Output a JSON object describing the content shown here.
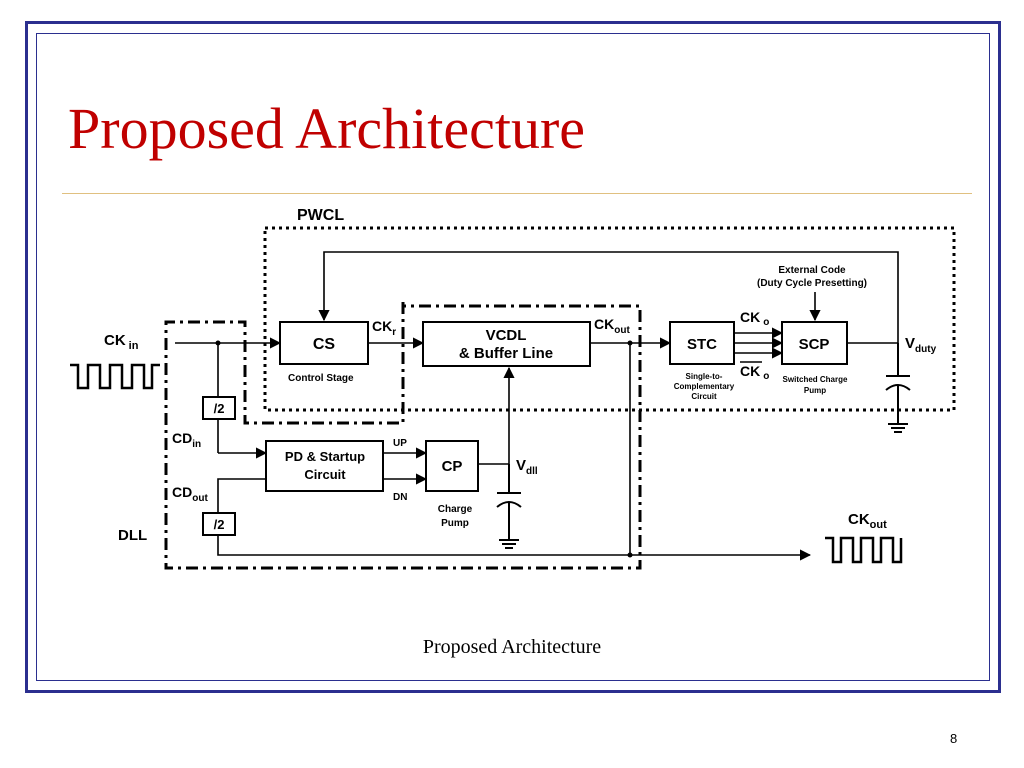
{
  "slide": {
    "title": "Proposed Architecture",
    "caption": "Proposed Architecture",
    "page_number": "8",
    "title_color": "#c00000",
    "frame_color": "#2b2f8f"
  },
  "diagram": {
    "regions": {
      "pwcl": "PWCL",
      "dll": "DLL"
    },
    "blocks": {
      "cs": {
        "label": "CS",
        "caption": "Control Stage"
      },
      "vcdl": {
        "line1": "VCDL",
        "line2": "& Buffer Line"
      },
      "stc": {
        "label": "STC",
        "caption1": "Single-to-",
        "caption2": "Complementary",
        "caption3": "Circuit"
      },
      "scp": {
        "label": "SCP",
        "caption1": "Switched Charge",
        "caption2": "Pump"
      },
      "pd": {
        "line1": "PD & Startup",
        "line2": "Circuit"
      },
      "cp": {
        "label": "CP",
        "caption1": "Charge",
        "caption2": "Pump"
      },
      "div_in": {
        "label": "/2"
      },
      "div_out": {
        "label": "/2"
      }
    },
    "signals": {
      "ck_in": {
        "main": "CK",
        "sub": "in"
      },
      "ck_r": {
        "main": "CK",
        "sub": "r"
      },
      "ck_out_node": {
        "main": "CK",
        "sub": "out"
      },
      "ck_o": {
        "main": "CK",
        "sub": "o"
      },
      "ck_o_bar": {
        "main": "CK",
        "sub": "o"
      },
      "v_duty": {
        "main": "V",
        "sub": "duty"
      },
      "cd_in": {
        "main": "CD",
        "sub": "in"
      },
      "cd_out": {
        "main": "CD",
        "sub": "out"
      },
      "v_dll": {
        "main": "V",
        "sub": "dll"
      },
      "up": "UP",
      "dn": "DN",
      "ck_out_final": {
        "main": "CK",
        "sub": "out"
      }
    },
    "external_code": {
      "line1": "External Code",
      "line2": "(Duty Cycle Presetting)"
    }
  }
}
